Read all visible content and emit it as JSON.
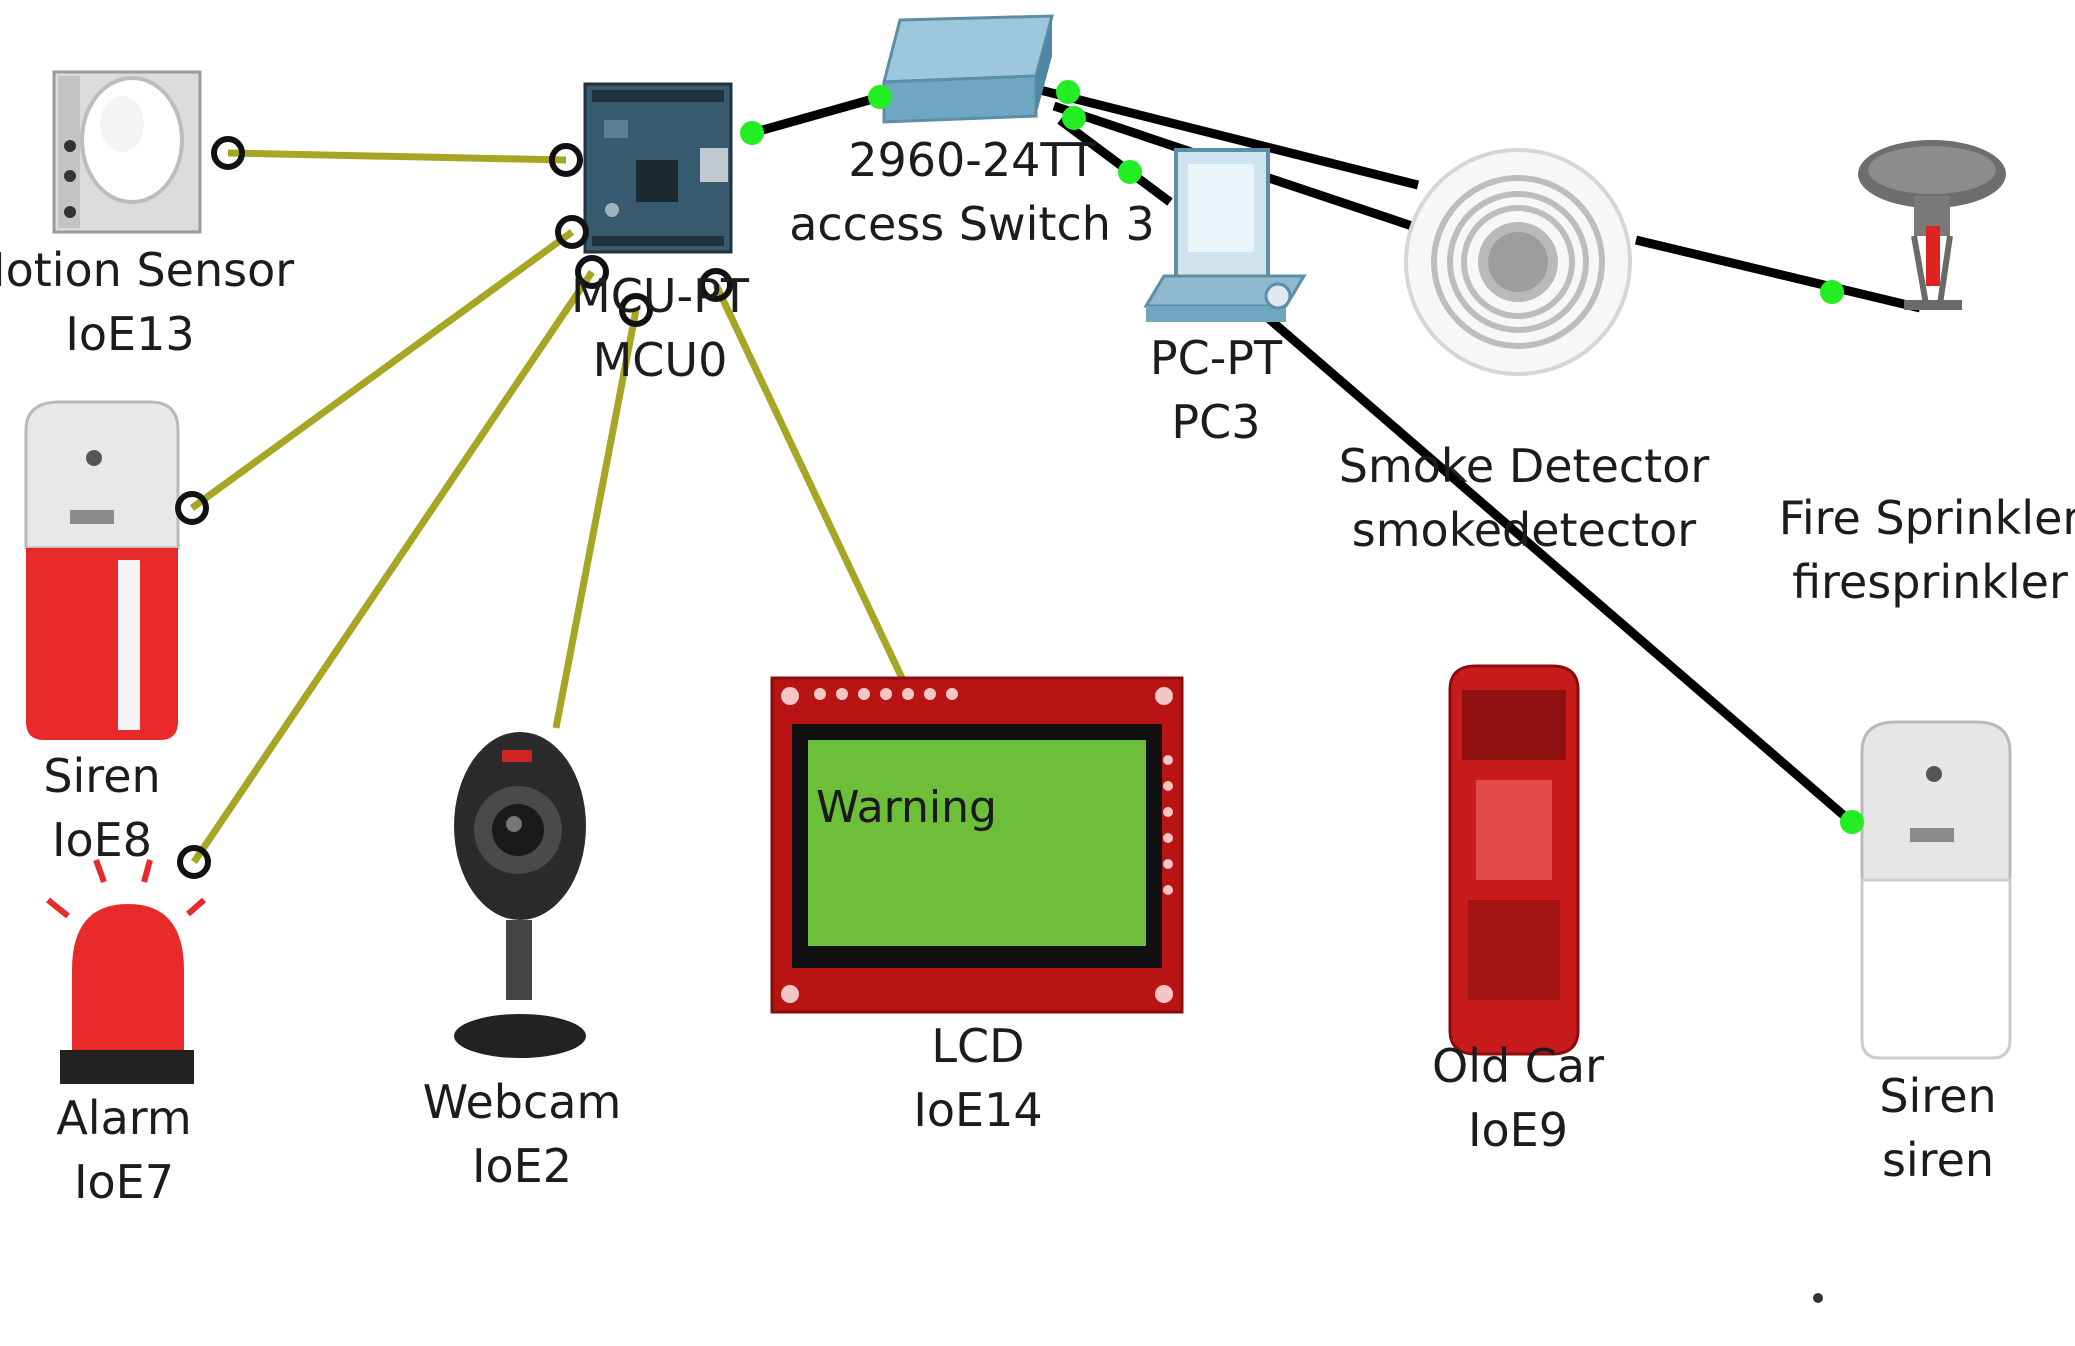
{
  "devices": {
    "motion_sensor": {
      "type": "Motion Sensor",
      "name": "IoE13"
    },
    "mcu": {
      "type": "MCU-PT",
      "name": "MCU0"
    },
    "switch": {
      "type": "2960-24TT",
      "name": "access Switch 3"
    },
    "pc": {
      "type": "PC-PT",
      "name": "PC3"
    },
    "smoke_detector": {
      "type": "Smoke Detector",
      "name": "smokedetector"
    },
    "fire_sprinkler": {
      "type": "Fire Sprinkler",
      "name": "firesprinkler"
    },
    "siren_left": {
      "type": "Siren",
      "name": "IoE8"
    },
    "alarm": {
      "type": "Alarm",
      "name": "IoE7"
    },
    "webcam": {
      "type": "Webcam",
      "name": "IoE2"
    },
    "lcd": {
      "type": "LCD",
      "name": "IoE14",
      "screen_text": "Warning"
    },
    "old_car": {
      "type": "Old Car",
      "name": "IoE9"
    },
    "siren_right": {
      "type": "Siren",
      "name": "siren"
    }
  },
  "colors": {
    "iot_cable": "#a6a624",
    "ethernet_cable": "#000000",
    "link_up": "#22ee22",
    "lcd_screen": "#6dbf3a",
    "lcd_board": "#b81414",
    "siren_red": "#e82a2a"
  }
}
